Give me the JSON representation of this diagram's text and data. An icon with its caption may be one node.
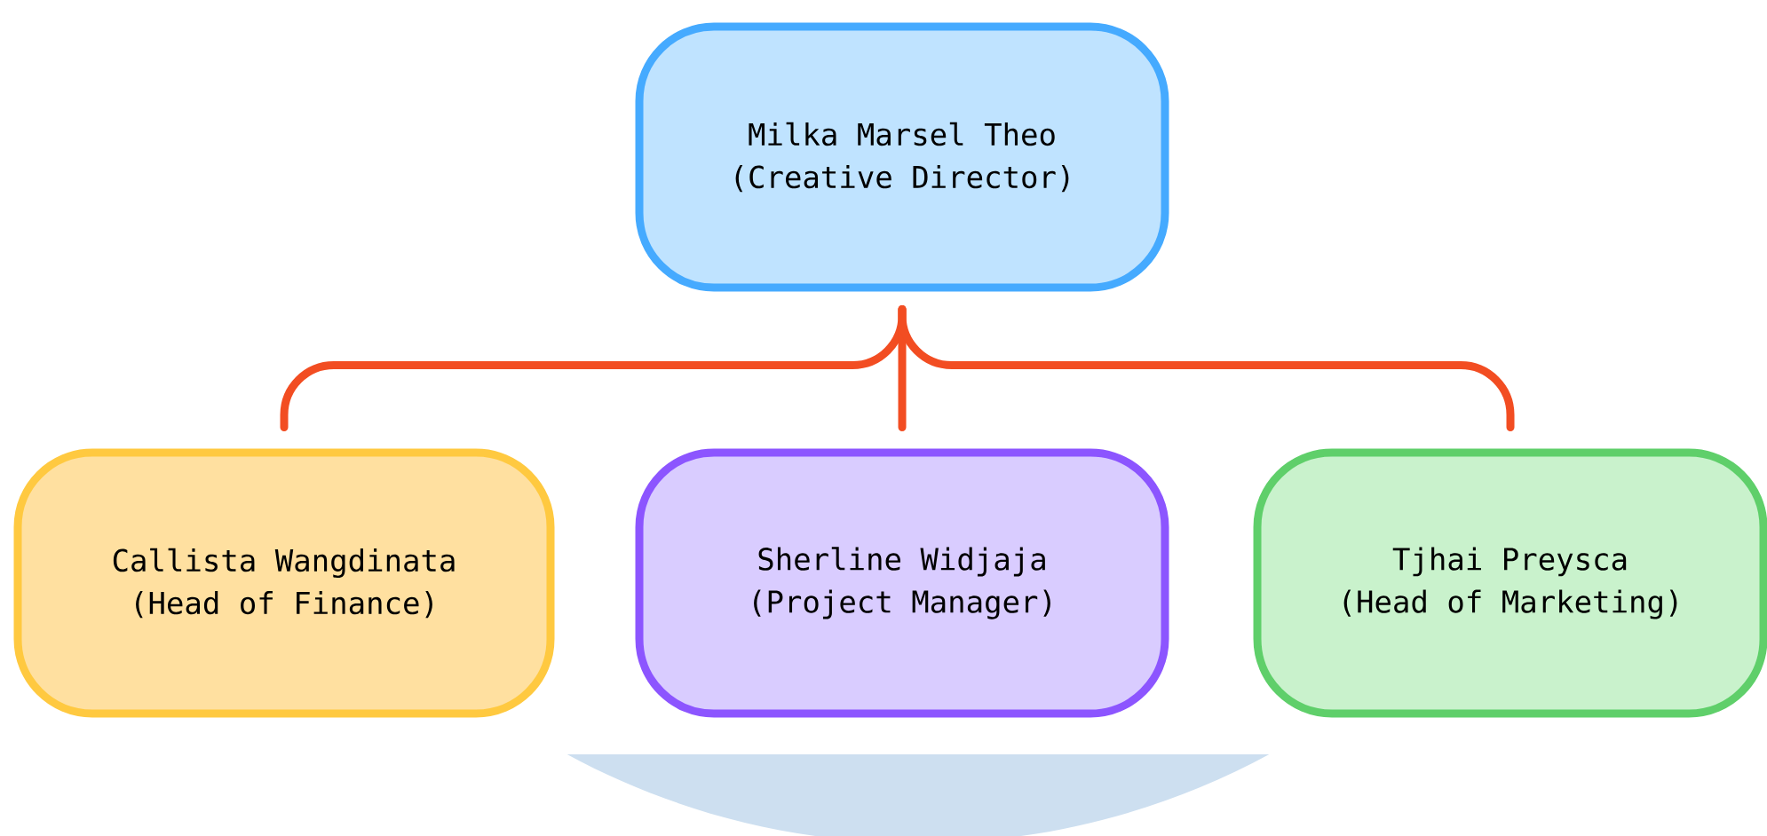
{
  "diagram": {
    "nodes": [
      {
        "text": [
          "Milka Marsel Theo",
          "(Creative Director)"
        ]
      },
      {
        "text": [
          "Callista Wangdinata",
          "(Head of Finance)"
        ]
      },
      {
        "text": [
          "Sherline Widjaja",
          "(Project Manager)"
        ]
      },
      {
        "text": [
          "Tjhai Preysca",
          "(Head of Marketing)"
        ]
      }
    ],
    "edges": [
      {
        "from": 1,
        "to": 0,
        "arrow": "none"
      },
      {
        "from": 2,
        "to": 0,
        "arrow": "none"
      },
      {
        "from": 3,
        "to": 0,
        "arrow": "none"
      }
    ]
  }
}
